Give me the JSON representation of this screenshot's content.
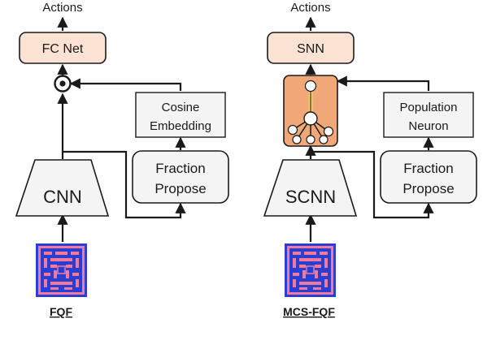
{
  "left_panel": {
    "output_label": "Actions",
    "head_label": "FC Net",
    "embedding_label_line1": "Cosine",
    "embedding_label_line2": "Embedding",
    "fraction_label_line1": "Fraction",
    "fraction_label_line2": "Propose",
    "backbone_label": "CNN",
    "caption": "FQF"
  },
  "right_panel": {
    "output_label": "Actions",
    "head_label": "SNN",
    "embedding_label_line1": "Population",
    "embedding_label_line2": "Neuron",
    "fraction_label_line1": "Fraction",
    "fraction_label_line2": "Propose",
    "backbone_label": "SCNN",
    "caption": "MCS-FQF"
  },
  "colors": {
    "head_fill": "#fbe3d4",
    "module_fill": "#f4f4f4",
    "neuron_fill": "#f0a878",
    "neuron_stroke": "#c06030",
    "game_bg": "#2a3fd0",
    "game_wall": "#f07aa0",
    "stroke": "#1a1a1a"
  }
}
